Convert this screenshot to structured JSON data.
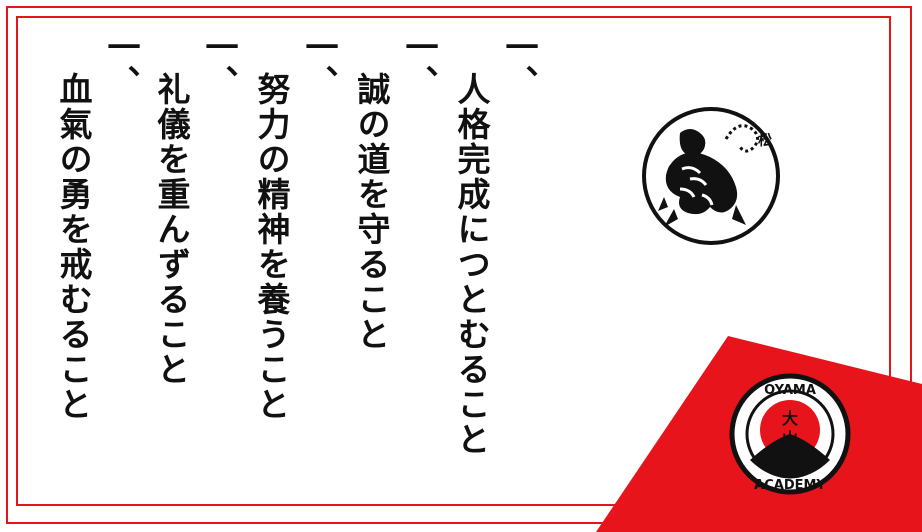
{
  "principles": [
    {
      "lead": "一、",
      "text": "人格完成につとむること"
    },
    {
      "lead": "一、",
      "text": "誠の道を守ること"
    },
    {
      "lead": "一、",
      "text": "努力の精神を養うこと"
    },
    {
      "lead": "一、",
      "text": "礼儀を重んずること"
    },
    {
      "lead": "一、",
      "text": "血氣の勇を戒むること"
    }
  ],
  "tiger_emblem": {
    "text": "松"
  },
  "logo": {
    "top_text": "OYAMA",
    "bottom_text": "ACADEMY",
    "kanji_top": "大",
    "kanji_bottom": "山"
  },
  "colors": {
    "accent": "#e8141c",
    "ink": "#111111"
  }
}
